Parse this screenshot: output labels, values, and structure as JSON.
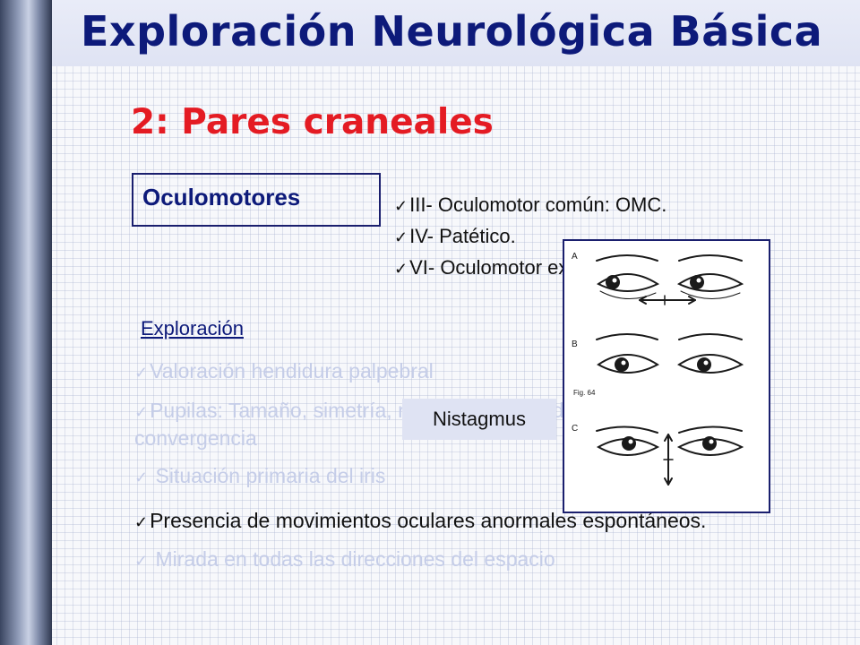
{
  "slide": {
    "title": "Exploración Neurológica Básica",
    "subtitle": "2: Pares craneales",
    "box_label": "Oculomotores",
    "check_glyph": "✓",
    "nerves": [
      "III- Oculomotor común: OMC.",
      "IV- Patético.",
      "VI- Oculomotor externo: OME"
    ],
    "exploration_heading": "Exploración",
    "exploration_items": [
      "Valoración hendidura palpebral",
      "Pupilas: Tamaño, simetría, reflejo fotomotor directo y consensual, convergencia",
      " Situación primaria del iris",
      "Presencia de movimientos oculares anormales espontáneos.",
      " Mirada en todas las direcciones del espacio"
    ],
    "figure": {
      "panel_labels": [
        "A",
        "B",
        "C"
      ],
      "caption": "Fig. 64"
    },
    "nistagmus_label": "Nistagmus"
  }
}
